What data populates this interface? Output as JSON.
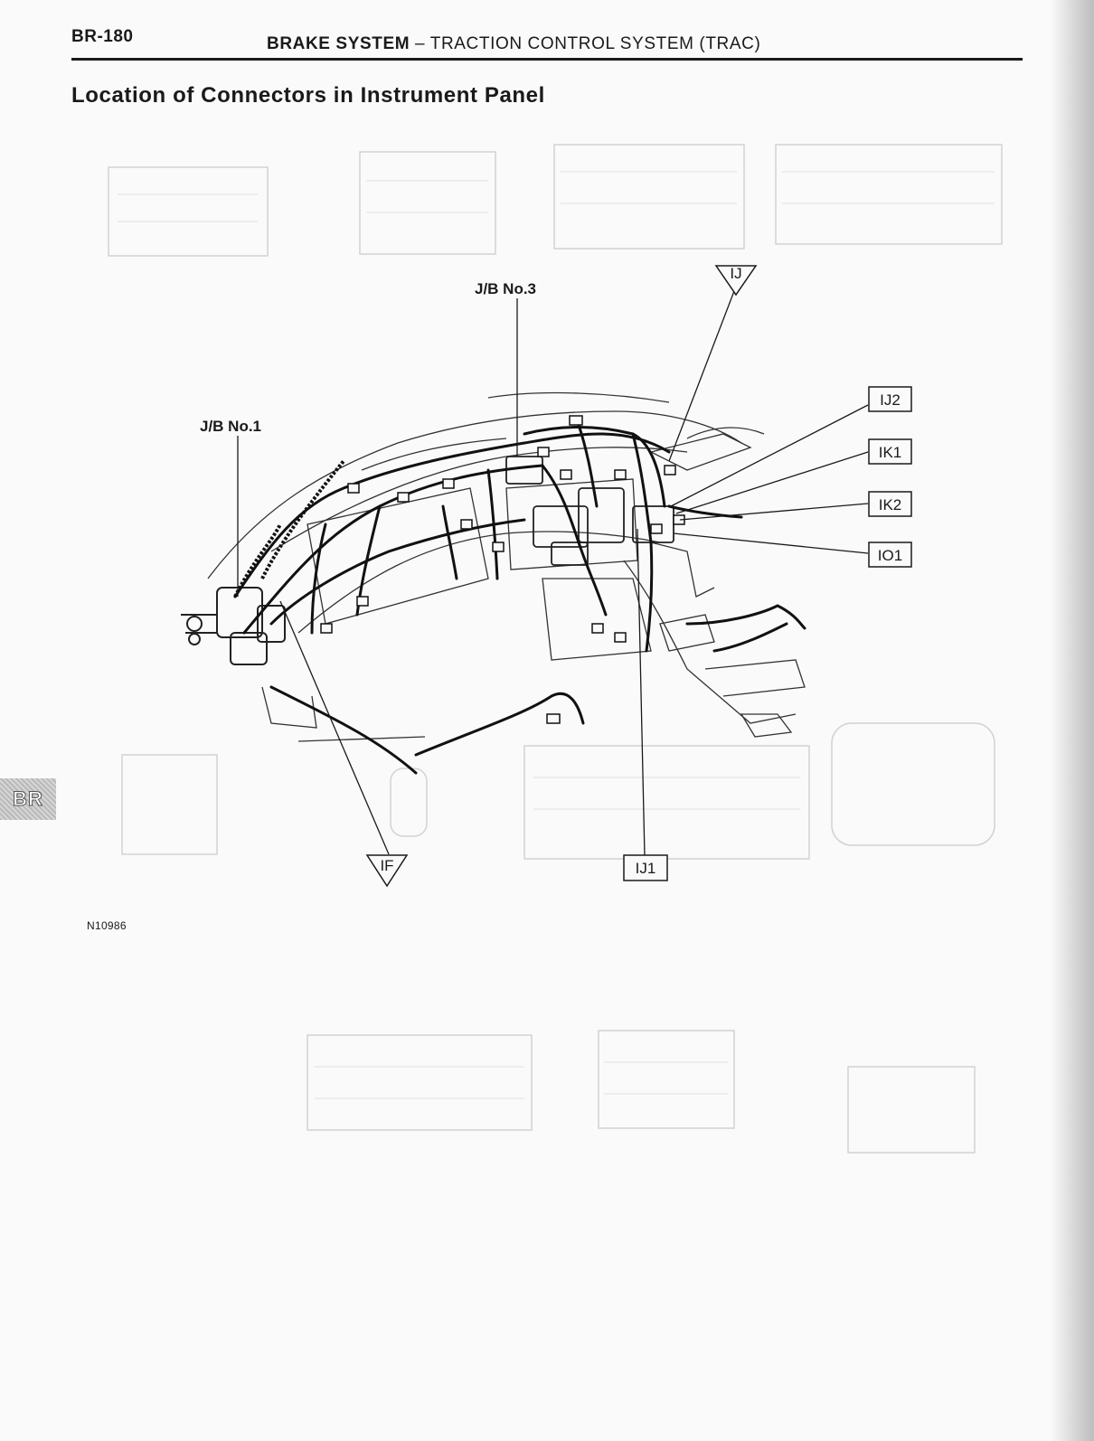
{
  "header": {
    "page_number": "BR-180",
    "system": "BRAKE SYSTEM",
    "subsystem": " – TRACTION CONTROL SYSTEM (TRAC)"
  },
  "section_title": "Location of Connectors in Instrument Panel",
  "callouts": {
    "jb_no1": "J/B No.1",
    "jb_no3": "J/B No.3",
    "ij": "IJ",
    "if": "IF",
    "ij1": "IJ1",
    "ij2": "IJ2",
    "ik1": "IK1",
    "ik2": "IK2",
    "io1": "IO1"
  },
  "figure_code": "N10986",
  "side_tab": "BR",
  "colors": {
    "ink": "#1a1a1a",
    "paper": "#fafafa",
    "bleed_through": "#cfcfcf"
  }
}
